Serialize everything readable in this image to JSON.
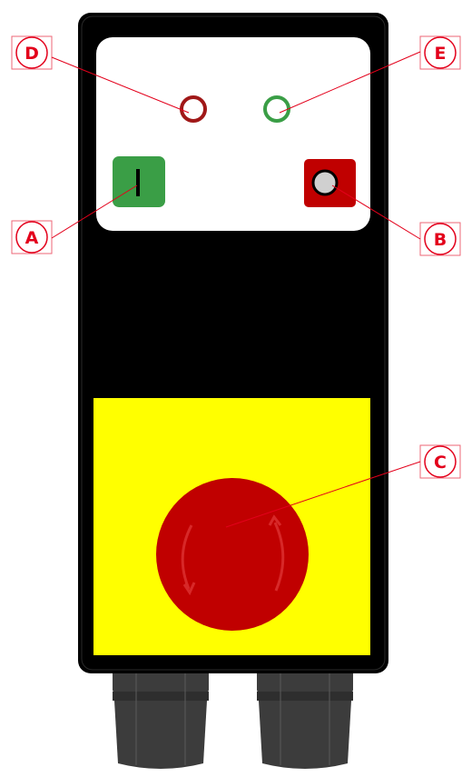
{
  "colors": {
    "housing": "#000000",
    "panel": "#ffffff",
    "start_button": "#3a9e46",
    "stop_button": "#c00000",
    "emergency_plate": "#ffff00",
    "emergency_button": "#c00000",
    "gland": "#3c3c3c",
    "callout": "#e3001b",
    "lamp_red": "#a01818",
    "lamp_green": "#3a9e46"
  },
  "components": {
    "start_button": {
      "icon": "power-on-bar-icon"
    },
    "stop_button": {
      "icon": "gray-disc-icon"
    },
    "lamp_d": {
      "icon": "ring-indicator-icon"
    },
    "lamp_e": {
      "icon": "ring-indicator-icon"
    },
    "emergency_stop": {
      "icon": "rotate-arrows-icon"
    }
  },
  "callouts": {
    "a": {
      "letter": "A"
    },
    "b": {
      "letter": "B"
    },
    "c": {
      "letter": "C"
    },
    "d": {
      "letter": "D"
    },
    "e": {
      "letter": "E"
    }
  }
}
